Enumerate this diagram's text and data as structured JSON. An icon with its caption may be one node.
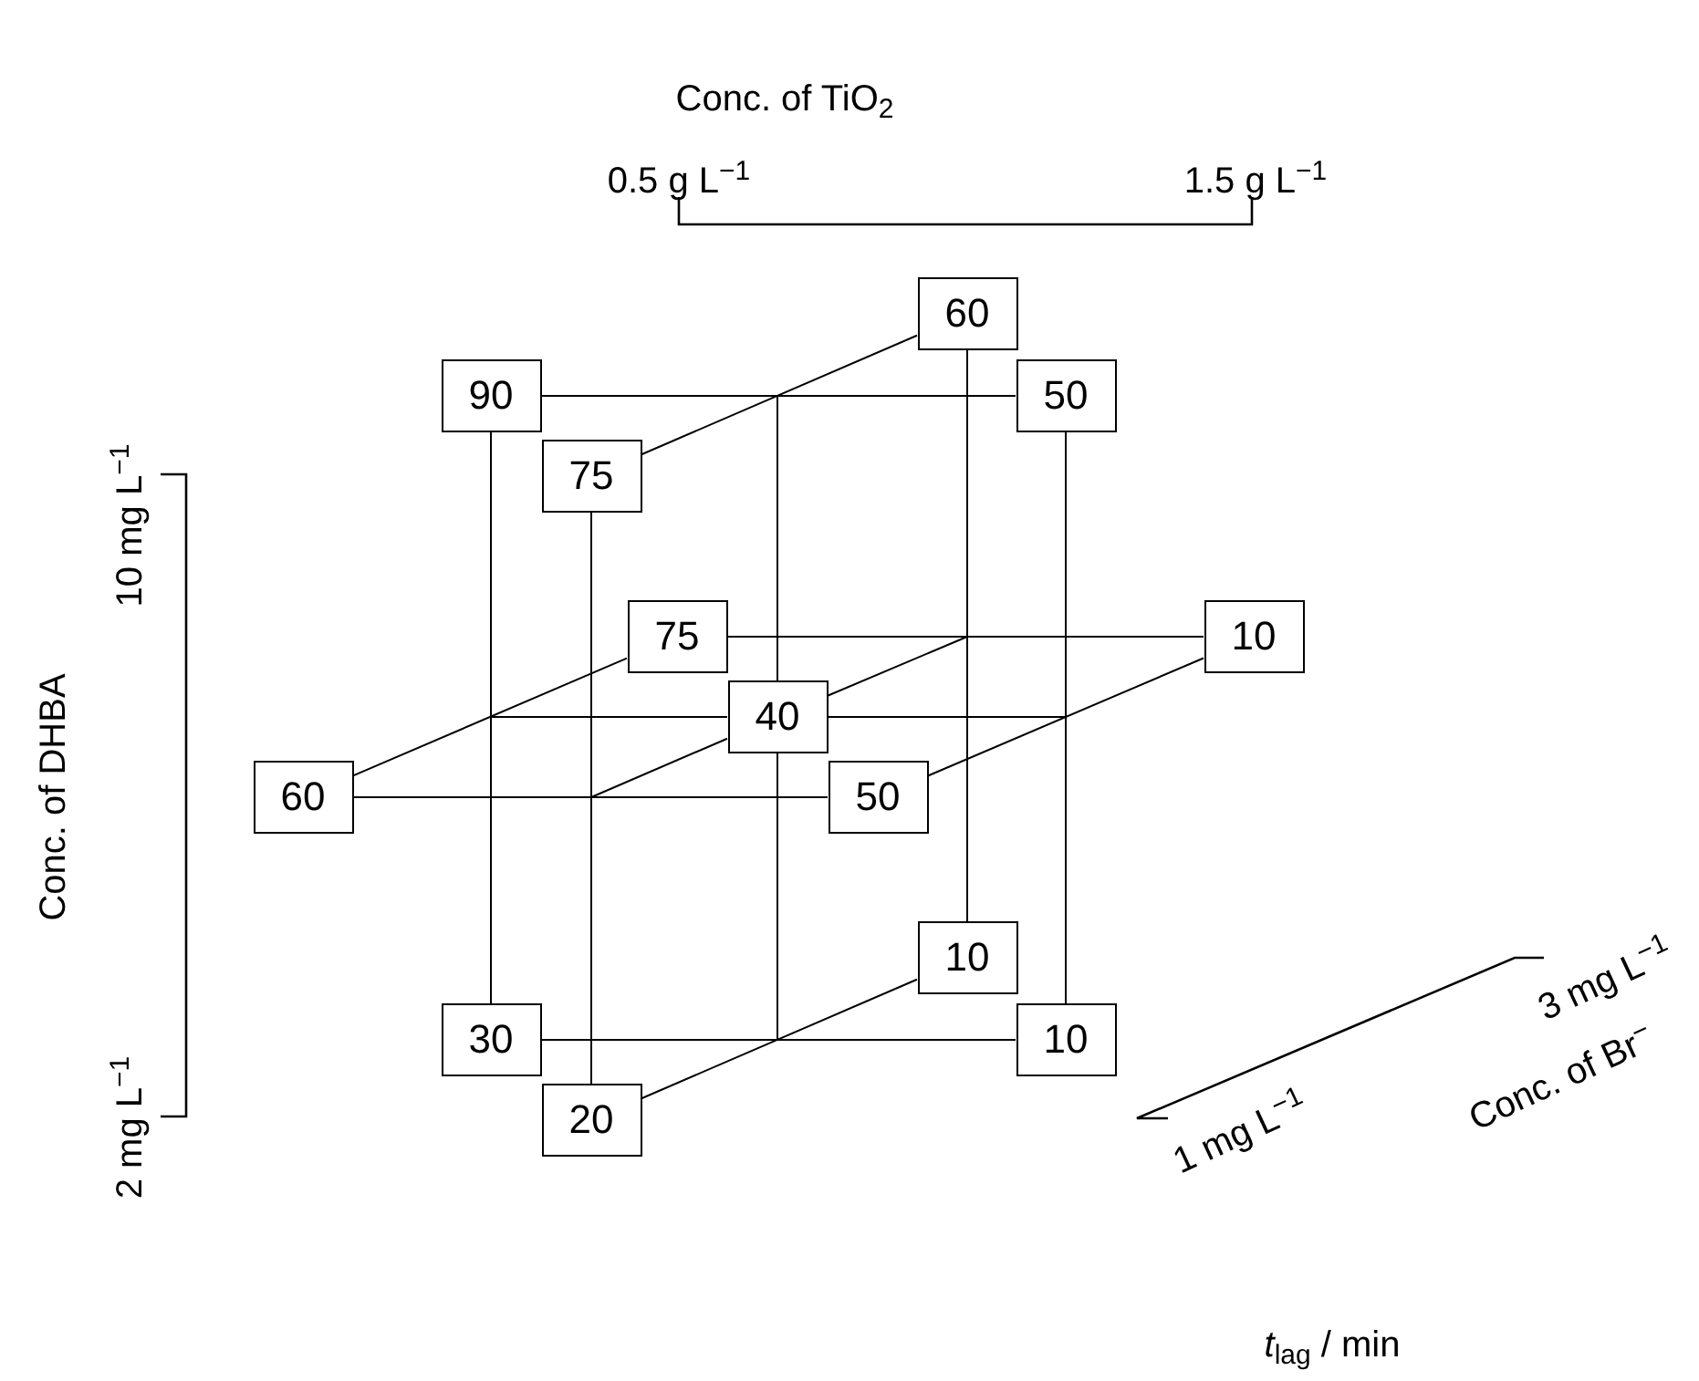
{
  "diagram": {
    "nodes": [
      {
        "text": [
          "60"
        ]
      },
      {
        "text": [
          "90"
        ]
      },
      {
        "text": [
          "50"
        ]
      },
      {
        "text": [
          "75"
        ]
      },
      {
        "text": [
          "75"
        ]
      },
      {
        "text": [
          "10"
        ]
      },
      {
        "text": [
          "40"
        ]
      },
      {
        "text": [
          "60"
        ]
      },
      {
        "text": [
          "50"
        ]
      },
      {
        "text": [
          "10"
        ]
      },
      {
        "text": [
          "30"
        ]
      },
      {
        "text": [
          "10"
        ]
      },
      {
        "text": [
          "20"
        ]
      }
    ],
    "edges": [
      {
        "from": 1,
        "to": 2,
        "arrow": "none"
      },
      {
        "from": 3,
        "to": 0,
        "arrow": "none"
      },
      {
        "from": 1,
        "to": 10,
        "arrow": "none"
      },
      {
        "from": 3,
        "to": 12,
        "arrow": "none"
      },
      {
        "from": 0,
        "to": 9,
        "arrow": "none"
      },
      {
        "from": 2,
        "to": 11,
        "arrow": "none"
      },
      {
        "from": 10,
        "to": 11,
        "arrow": "none"
      },
      {
        "from": 12,
        "to": 9,
        "arrow": "none"
      },
      {
        "from": 4,
        "to": 5,
        "arrow": "none"
      },
      {
        "from": 7,
        "to": 8,
        "arrow": "none"
      },
      {
        "from": 7,
        "to": 4,
        "arrow": "none"
      },
      {
        "from": 8,
        "to": 5,
        "arrow": "none"
      },
      {
        "from": 6,
        "to": null,
        "arrow": "none"
      },
      {
        "from": 6,
        "to": null,
        "arrow": "none"
      },
      {
        "from": 6,
        "to": null,
        "arrow": "none"
      },
      {
        "from": 6,
        "to": null,
        "arrow": "none"
      },
      {
        "from": 6,
        "to": null,
        "arrow": "none"
      },
      {
        "from": 6,
        "to": null,
        "arrow": "none"
      }
    ],
    "labels": [
      "Conc. of TiO$_{2}$",
      "0.5 g L$^{−1}$",
      "1.5 g L$^{−1}$",
      "10 mg L$^{−1}$",
      "Conc. of DHBA",
      "2 mg L$^{−1}$",
      "3 mg L$^{−1}$",
      "Conc. of Br$^{−}$",
      "1 mg L$^{−1}$",
      "*t*$_{lag}$  /  min"
    ]
  }
}
